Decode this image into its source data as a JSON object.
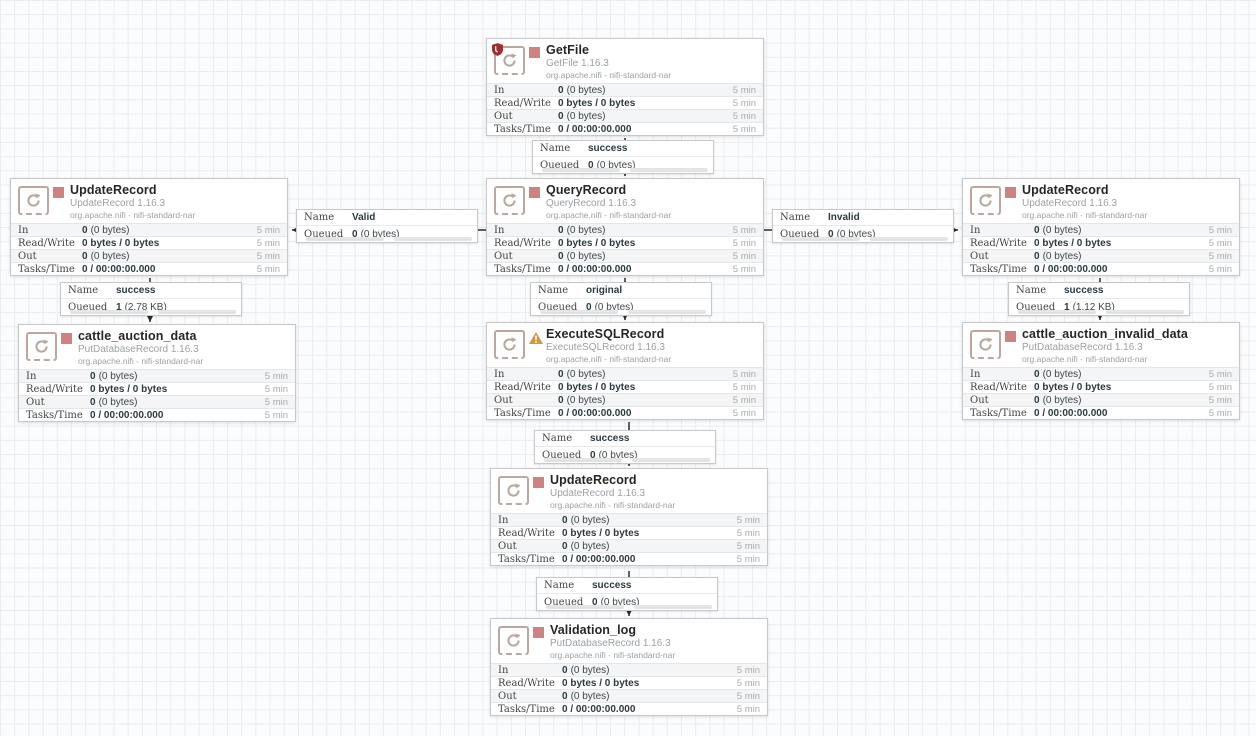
{
  "stats_labels": {
    "in": "In",
    "read_write": "Read/Write",
    "out": "Out",
    "tasks_time": "Tasks/Time"
  },
  "stats_window": "5 min",
  "connection_labels": {
    "name": "Name",
    "queued": "Queued"
  },
  "colors": {
    "stopped_state": "#cf8281",
    "warning_state": "#cf9846",
    "restricted_shield": "#9e2f2e",
    "processor_icon": "#b9a7a0"
  },
  "processors": [
    {
      "title": "GetFile",
      "type": "GetFile 1.16.3",
      "bundle": "org.apache.nifi - nifi-standard-nar",
      "state": "stopped",
      "restricted": true,
      "stats": {
        "in_count": "0",
        "in_size": "(0 bytes)",
        "read_write": "0 bytes / 0 bytes",
        "out_count": "0",
        "out_size": "(0 bytes)",
        "tasks_time": "0 / 00:00:00.000"
      }
    },
    {
      "title": "UpdateRecord",
      "type": "UpdateRecord 1.16.3",
      "bundle": "org.apache.nifi - nifi-standard-nar",
      "state": "stopped",
      "restricted": false,
      "stats": {
        "in_count": "0",
        "in_size": "(0 bytes)",
        "read_write": "0 bytes / 0 bytes",
        "out_count": "0",
        "out_size": "(0 bytes)",
        "tasks_time": "0 / 00:00:00.000"
      }
    },
    {
      "title": "QueryRecord",
      "type": "QueryRecord 1.16.3",
      "bundle": "org.apache.nifi - nifi-standard-nar",
      "state": "stopped",
      "restricted": false,
      "stats": {
        "in_count": "0",
        "in_size": "(0 bytes)",
        "read_write": "0 bytes / 0 bytes",
        "out_count": "0",
        "out_size": "(0 bytes)",
        "tasks_time": "0 / 00:00:00.000"
      }
    },
    {
      "title": "UpdateRecord",
      "type": "UpdateRecord 1.16.3",
      "bundle": "org.apache.nifi - nifi-standard-nar",
      "state": "stopped",
      "restricted": false,
      "stats": {
        "in_count": "0",
        "in_size": "(0 bytes)",
        "read_write": "0 bytes / 0 bytes",
        "out_count": "0",
        "out_size": "(0 bytes)",
        "tasks_time": "0 / 00:00:00.000"
      }
    },
    {
      "title": "cattle_auction_data",
      "type": "PutDatabaseRecord 1.16.3",
      "bundle": "org.apache.nifi - nifi-standard-nar",
      "state": "stopped",
      "restricted": false,
      "stats": {
        "in_count": "0",
        "in_size": "(0 bytes)",
        "read_write": "0 bytes / 0 bytes",
        "out_count": "0",
        "out_size": "(0 bytes)",
        "tasks_time": "0 / 00:00:00.000"
      }
    },
    {
      "title": "ExecuteSQLRecord",
      "type": "ExecuteSQLRecord 1.16.3",
      "bundle": "org.apache.nifi - nifi-standard-nar",
      "state": "invalid",
      "restricted": false,
      "stats": {
        "in_count": "0",
        "in_size": "(0 bytes)",
        "read_write": "0 bytes / 0 bytes",
        "out_count": "0",
        "out_size": "(0 bytes)",
        "tasks_time": "0 / 00:00:00.000"
      }
    },
    {
      "title": "cattle_auction_invalid_data",
      "type": "PutDatabaseRecord 1.16.3",
      "bundle": "org.apache.nifi - nifi-standard-nar",
      "state": "stopped",
      "restricted": false,
      "stats": {
        "in_count": "0",
        "in_size": "(0 bytes)",
        "read_write": "0 bytes / 0 bytes",
        "out_count": "0",
        "out_size": "(0 bytes)",
        "tasks_time": "0 / 00:00:00.000"
      }
    },
    {
      "title": "UpdateRecord",
      "type": "UpdateRecord 1.16.3",
      "bundle": "org.apache.nifi - nifi-standard-nar",
      "state": "stopped",
      "restricted": false,
      "stats": {
        "in_count": "0",
        "in_size": "(0 bytes)",
        "read_write": "0 bytes / 0 bytes",
        "out_count": "0",
        "out_size": "(0 bytes)",
        "tasks_time": "0 / 00:00:00.000"
      }
    },
    {
      "title": "Validation_log",
      "type": "PutDatabaseRecord 1.16.3",
      "bundle": "org.apache.nifi - nifi-standard-nar",
      "state": "stopped",
      "restricted": false,
      "stats": {
        "in_count": "0",
        "in_size": "(0 bytes)",
        "read_write": "0 bytes / 0 bytes",
        "out_count": "0",
        "out_size": "(0 bytes)",
        "tasks_time": "0 / 00:00:00.000"
      }
    }
  ],
  "connections": [
    {
      "name": "success",
      "queued_count": "0",
      "queued_size": "(0 bytes)"
    },
    {
      "name": "Valid",
      "queued_count": "0",
      "queued_size": "(0 bytes)"
    },
    {
      "name": "Invalid",
      "queued_count": "0",
      "queued_size": "(0 bytes)"
    },
    {
      "name": "success",
      "queued_count": "1",
      "queued_size": "(2.78 KB)"
    },
    {
      "name": "original",
      "queued_count": "0",
      "queued_size": "(0 bytes)"
    },
    {
      "name": "success",
      "queued_count": "1",
      "queued_size": "(1.12 KB)"
    },
    {
      "name": "success",
      "queued_count": "0",
      "queued_size": "(0 bytes)"
    },
    {
      "name": "success",
      "queued_count": "0",
      "queued_size": "(0 bytes)"
    }
  ]
}
